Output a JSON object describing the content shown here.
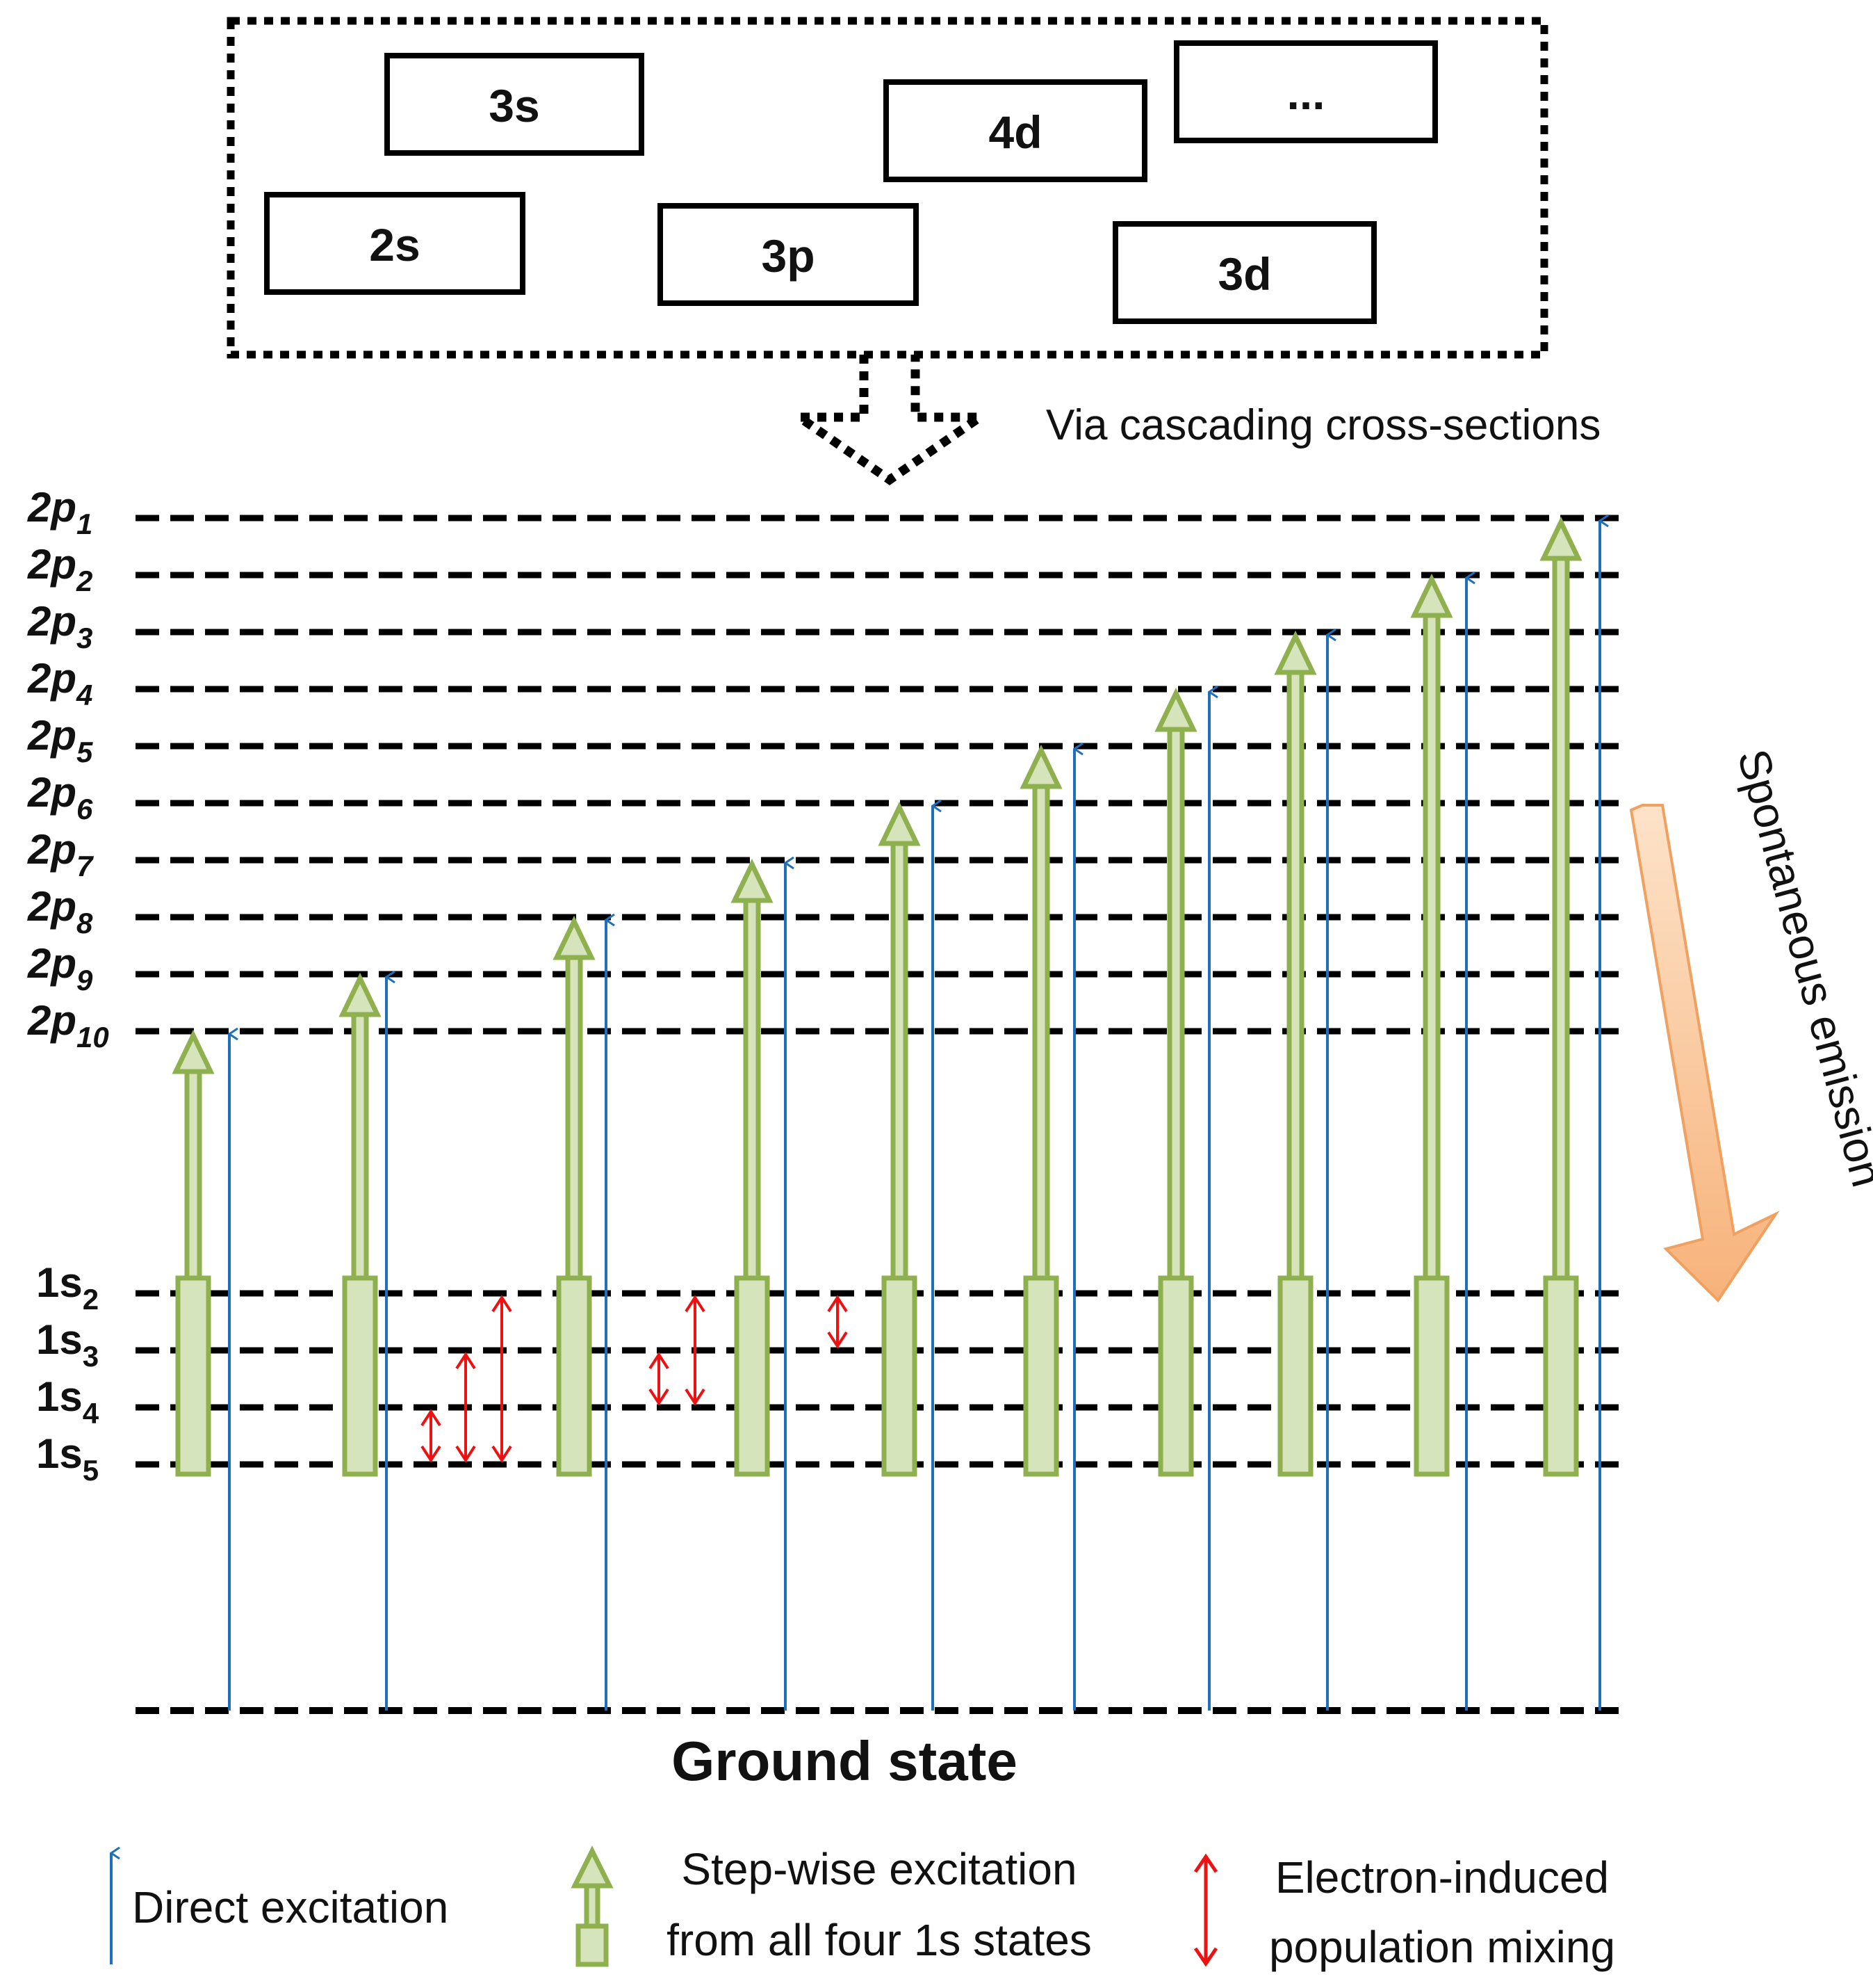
{
  "state_boxes": {
    "b3s": "3s",
    "b4d": "4d",
    "bdots": "...",
    "b2s": "2s",
    "b3p": "3p",
    "b3d": "3d"
  },
  "cascade_label": "Via cascading cross-sections",
  "levels_2p": [
    {
      "base": "2p",
      "sub": "1"
    },
    {
      "base": "2p",
      "sub": "2"
    },
    {
      "base": "2p",
      "sub": "3"
    },
    {
      "base": "2p",
      "sub": "4"
    },
    {
      "base": "2p",
      "sub": "5"
    },
    {
      "base": "2p",
      "sub": "6"
    },
    {
      "base": "2p",
      "sub": "7"
    },
    {
      "base": "2p",
      "sub": "8"
    },
    {
      "base": "2p",
      "sub": "9"
    },
    {
      "base": "2p",
      "sub": "10"
    }
  ],
  "levels_1s": [
    {
      "base": "1s",
      "sub": "2"
    },
    {
      "base": "1s",
      "sub": "3"
    },
    {
      "base": "1s",
      "sub": "4"
    },
    {
      "base": "1s",
      "sub": "5"
    }
  ],
  "ground_label": "Ground state",
  "emission_label": "Spontaneous emission",
  "legend": {
    "direct": "Direct excitation",
    "stepwise_line1": "Step-wise excitation",
    "stepwise_line2": "from all four 1s states",
    "mixing_line1": "Electron-induced",
    "mixing_line2": "population mixing"
  },
  "colors": {
    "direct": "#1f6fbf",
    "stepwise_fill": "#d6e4bc",
    "stepwise_stroke": "#8fb04f",
    "mixing": "#ee1111",
    "emission_fill": "#f9c89a",
    "emission_stroke": "#f0a060"
  }
}
